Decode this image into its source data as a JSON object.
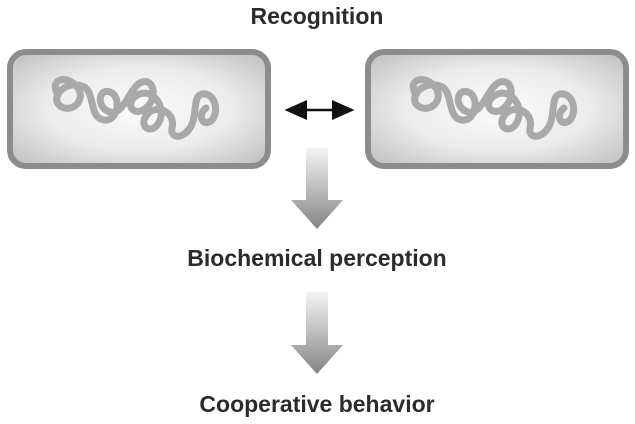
{
  "diagram": {
    "top_label": "Recognition",
    "middle_label": "Biochemical perception",
    "bottom_label": "Cooperative behavior",
    "colors": {
      "text": "#2b2b2b",
      "cell_border": "#8c8c8c",
      "cell_fill_light": "#fafafa",
      "cell_fill_dark": "#c9c9c9",
      "dna_strand": "#a9a9a9",
      "arrow_light": "#f2f2f2",
      "arrow_dark": "#8a8a8a",
      "double_arrow": "#111111"
    },
    "icons": {
      "left_cell": "bacterium-cell-icon",
      "right_cell": "bacterium-cell-icon",
      "exchange": "double-headed-arrow-icon",
      "flow_arrow": "downward-gradient-arrow-icon"
    }
  }
}
